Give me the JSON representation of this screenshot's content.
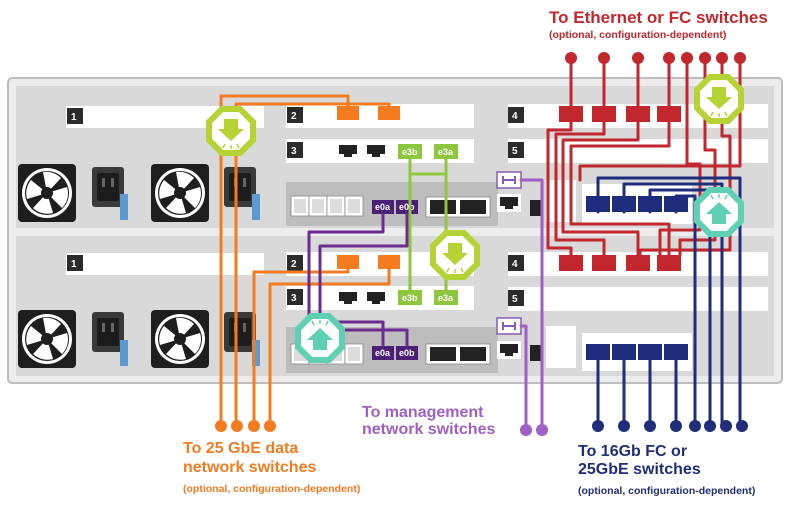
{
  "labels": {
    "ethernet_fc_title": "To Ethernet or FC switches",
    "ethernet_fc_sub": "(optional, configuration-dependent)",
    "gbe_title_line1": "To 25 GbE data",
    "gbe_title_line2": "network switches",
    "gbe_sub": "(optional, configuration-dependent)",
    "mgmt_line1": "To management",
    "mgmt_line2": "network switches",
    "fc_line1": "To 16Gb FC or",
    "fc_line2": "25GbE switches",
    "fc_sub": "(optional, configuration-dependent)"
  },
  "slots": {
    "top_1": "1",
    "top_2": "2",
    "top_3": "3",
    "top_4": "4",
    "top_5": "5",
    "bot_1": "1",
    "bot_2": "2",
    "bot_3": "3",
    "bot_4": "4",
    "bot_5": "5"
  },
  "ports": {
    "top_e3b": "e3b",
    "top_e3a": "e3a",
    "top_e0a": "e0a",
    "top_e0b": "e0b",
    "bot_e3b": "e3b",
    "bot_e3a": "e3a",
    "bot_e0a": "e0a",
    "bot_e0b": "e0b"
  },
  "colors": {
    "orange": "#f47b20",
    "red": "#c1272d",
    "purple_dark": "#6a2c91",
    "purple_light": "#a05fc5",
    "navy": "#1f2d7c",
    "green": "#8dc63f",
    "lime": "#b5d334",
    "teal": "#5fd0b4"
  },
  "icons": [
    "arrow-down-octagon-icon",
    "arrow-up-octagon-icon",
    "wrench-icon",
    "fan-icon",
    "power-socket-icon"
  ]
}
